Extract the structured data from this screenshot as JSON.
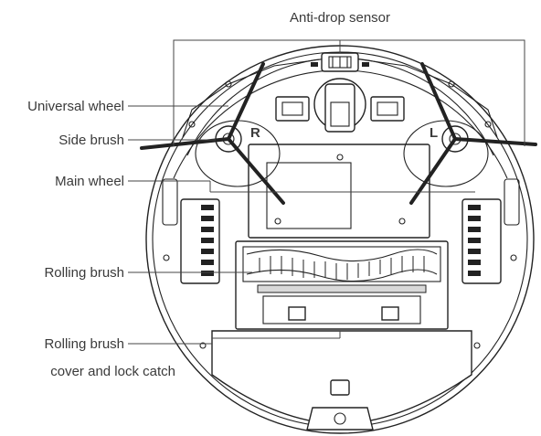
{
  "labels": {
    "anti_drop_sensor": "Anti-drop sensor",
    "universal_wheel": "Universal wheel",
    "side_brush": "Side brush",
    "main_wheel": "Main wheel",
    "rolling_brush": "Rolling brush",
    "rolling_brush_cover_line1": "Rolling brush",
    "rolling_brush_cover_line2": "cover and lock catch"
  },
  "body_marks": {
    "right_side_mark": "R",
    "left_side_mark": "L"
  }
}
